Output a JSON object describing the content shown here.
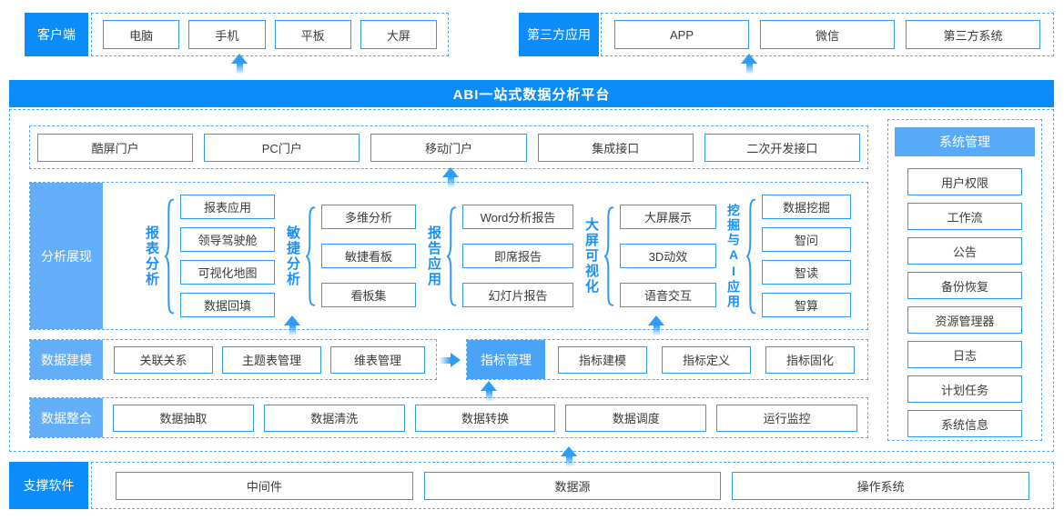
{
  "colors": {
    "primary_blue": "#0b8cf8",
    "light_label_blue": "#62aef9",
    "sidebar_header_blue": "#58aaf8",
    "indicator_blue": "#49a3f8",
    "box_border_blue": "#2e99f8",
    "dashed_border_blue": "#58a8f5",
    "arrow_blue": "#2f9cf8",
    "group_title_blue": "#1b8ff9"
  },
  "top": {
    "client": {
      "label": "客户端",
      "items": [
        "电脑",
        "手机",
        "平板",
        "大屏"
      ]
    },
    "third_party": {
      "label": "第三方应用",
      "items": [
        "APP",
        "微信",
        "第三方系统"
      ]
    }
  },
  "banner": {
    "title": "ABI一站式数据分析平台"
  },
  "portal": {
    "items": [
      "酷屏门户",
      "PC门户",
      "移动门户",
      "集成接口",
      "二次开发接口"
    ]
  },
  "system": {
    "label": "系统管理",
    "items": [
      "用户权限",
      "工作流",
      "公告",
      "备份恢复",
      "资源管理器",
      "日志",
      "计划任务",
      "系统信息"
    ]
  },
  "analysis": {
    "label": "分析展现",
    "groups": [
      {
        "name": "报表分析",
        "items": [
          "报表应用",
          "领导驾驶舱",
          "可视化地图",
          "数据回填"
        ]
      },
      {
        "name": "敏捷分析",
        "items": [
          "多维分析",
          "敏捷看板",
          "看板集"
        ]
      },
      {
        "name": "报告应用",
        "items": [
          "Word分析报告",
          "即席报告",
          "幻灯片报告"
        ]
      },
      {
        "name": "大屏可视化",
        "items": [
          "大屏展示",
          "3D动效",
          "语音交互"
        ]
      },
      {
        "name": "挖掘与AI应用",
        "items": [
          "数据挖掘",
          "智问",
          "智读",
          "智算"
        ]
      }
    ]
  },
  "modeling": {
    "label": "数据建模",
    "items": [
      "关联关系",
      "主题表管理",
      "维表管理"
    ],
    "indicator": {
      "label": "指标管理",
      "items": [
        "指标建模",
        "指标定义",
        "指标固化"
      ]
    }
  },
  "integration": {
    "label": "数据整合",
    "items": [
      "数据抽取",
      "数据清洗",
      "数据转换",
      "数据调度",
      "运行监控"
    ]
  },
  "support": {
    "label": "支撑软件",
    "items": [
      "中间件",
      "数据源",
      "操作系统"
    ]
  }
}
